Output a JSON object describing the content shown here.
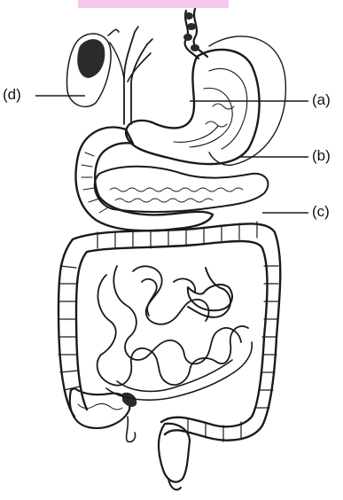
{
  "labels": {
    "a": "(a)",
    "b": "(b)",
    "c": "(c)",
    "d": "(d)"
  },
  "colors": {
    "ink": "#1a1a1a",
    "dark_fill": "#2b2b2b",
    "watermark": "#f6c8ec"
  },
  "organs": [
    "stomach",
    "pancreas",
    "gall-bladder",
    "liver-lobe",
    "duodenum",
    "small-intestine",
    "large-intestine",
    "oesophagus",
    "rectum"
  ]
}
